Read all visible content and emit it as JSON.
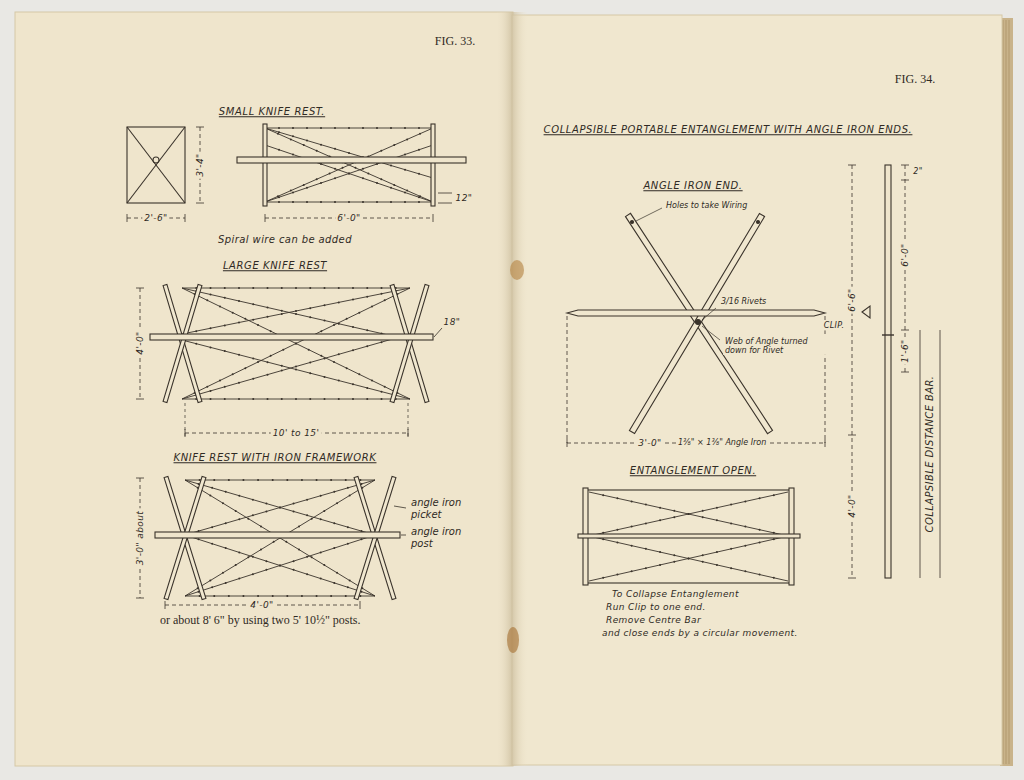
{
  "diagram": {
    "labels": [
      "FIG. 33.",
      "SMALL KNIFE REST.",
      "3'-4\"",
      "2'-6\"",
      "12\"",
      "6'-0\"",
      "Spiral wire can be added",
      "LARGE KNIFE REST",
      "4'-0\"",
      "18\"",
      "10' to 15'",
      "KNIFE REST WITH IRON FRAMEWORK",
      "3'-0\" about",
      "angle iron picket",
      "angle iron post",
      "4'-0\"",
      "or about 8' 6\" by using two 5' 10½\" posts.",
      "FIG. 34.",
      "COLLAPSIBLE PORTABLE ENTANGLEMENT WITH ANGLE IRON ENDS.",
      "ANGLE IRON END.",
      "Holes to take Wiring",
      "3/16 Rivets",
      "Web of Angle turned down for Rivet",
      "3'-0\"",
      "1⅜\" × 1⅜\" Angle Iron",
      "ENTANGLEMENT OPEN.",
      "To Collapse Entanglement",
      "Run Clip to one end.",
      "Remove Centre Bar",
      "and close ends by a circular movement.",
      "CLIP.",
      "2\"",
      "6'-0\"",
      "1'-6\"",
      "6'-6\"",
      "4'-0\"",
      "COLLAPSIBLE DISTANCE BAR."
    ]
  }
}
